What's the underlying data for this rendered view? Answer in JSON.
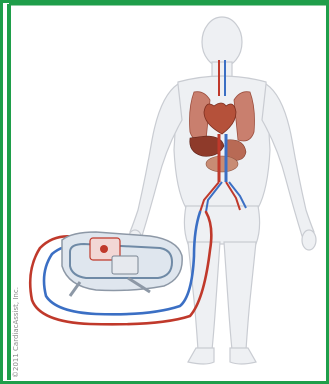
{
  "figure": {
    "credit_text": "©2011 CardiacAssist, Inc.",
    "subject": "human-silhouette",
    "device": "extracorporeal-pump-with-cannulas"
  },
  "colors": {
    "border_green": "#1f9e4a",
    "body_fill": "#eef0f3",
    "body_outline": "#c9ccd2",
    "artery_red": "#c0392b",
    "vein_blue": "#3b6fc4",
    "organ_red": "#b5513a",
    "device_gray": "#8d98a6"
  }
}
